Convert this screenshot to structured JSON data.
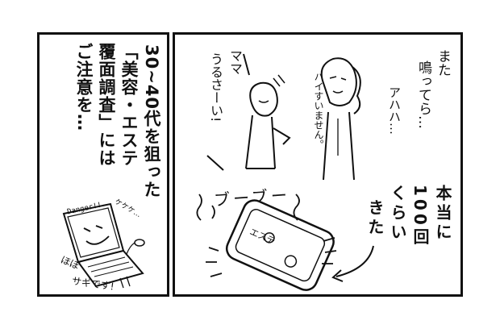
{
  "left_panel": {
    "caption_lines": [
      "30~40代を狙った",
      "「美容・エステ",
      "覆面調査」には",
      "ご注意を…"
    ],
    "laptop_screen_label": "Danger!!",
    "laptop_laugh": "ケケケ…",
    "laptop_note_lines": [
      "ほぼ",
      "サギです!"
    ]
  },
  "right_panel": {
    "mom_speech": [
      "また",
      "鳴ってら…"
    ],
    "mom_laugh": "アハハ…",
    "child_speech": [
      "ママ",
      "うるさーい!"
    ],
    "child_hai": "ハイすいません。",
    "phone_sfx": "ブーブー",
    "phone_screen_label": "エステ",
    "narration": [
      "本当に",
      "100回",
      "くらい",
      "きた"
    ]
  }
}
